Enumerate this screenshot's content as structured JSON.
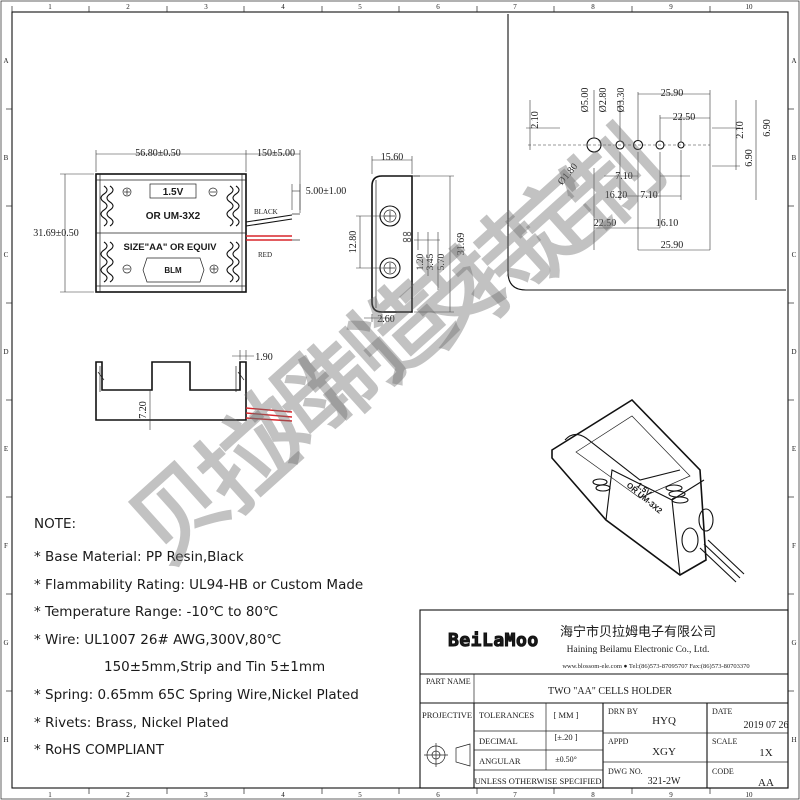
{
  "border": {
    "columns": [
      "1",
      "2",
      "3",
      "4",
      "5",
      "6",
      "7",
      "8",
      "9",
      "10"
    ],
    "rows": [
      "A",
      "B",
      "C",
      "D",
      "E",
      "F",
      "G",
      "H"
    ]
  },
  "top_view": {
    "width_dim": "56.80±0.50",
    "height_dim": "31.69±0.50",
    "wire_length_dim": "150±5.00",
    "strip_dim": "5.00±1.00",
    "label_voltage": "1.5V",
    "label_um": "OR UM-3X2",
    "label_size": "SIZE\"AA\" OR EQUIV",
    "label_brand": "BLM",
    "wire_black": "BLACK",
    "wire_red": "RED"
  },
  "end_view": {
    "width_dim": "15.60",
    "height_dim": "31.69",
    "hole_pitch_dim": "12.80",
    "dim_a": "1.20",
    "dim_b": "3.45",
    "dim_c": "5.70",
    "bottom_dim": "2.60"
  },
  "side_view": {
    "height_dim": "7.20",
    "thickness_dim": "1.90"
  },
  "hole_pattern": {
    "d1": "Ø5.00",
    "d2": "Ø2.80",
    "d3": "Ø3.30",
    "d4": "Ø1.80",
    "top_25_90": "25.90",
    "top_22_50": "22.50",
    "right_2_10": "2.10",
    "right_6_90a": "6.90",
    "right_6_90b": "6.90",
    "left_2_10": "2.10",
    "mid_7_10a": "7.10",
    "mid_16_20": "16.20",
    "mid_7_10b": "7.10",
    "bot_22_50": "22.50",
    "bot_16_10": "16.10",
    "bot_25_90": "25.90"
  },
  "notes": {
    "title": "NOTE:",
    "items": [
      "* Base Material: PP Resin,Black",
      "* Flammability Rating: UL94-HB or Custom Made",
      "* Temperature Range: -10℃ to 80℃",
      "* Wire: UL1007 26# AWG,300V,80℃",
      "150±5mm,Strip and Tin 5±1mm",
      "* Spring: 0.65mm 65C Spring Wire,Nickel Plated",
      "* Rivets: Brass, Nickel Plated",
      "* RoHS COMPLIANT"
    ]
  },
  "watermark": [
    "贝",
    "拉",
    "姆",
    "制",
    "造",
    "支",
    "持",
    "定",
    "制"
  ],
  "title_block": {
    "logo": "BeiLaMoo",
    "company_cn": "海宁市贝拉姆电子有限公司",
    "company_en": "Haining Beilamu Electronic Co., Ltd.",
    "contact": "www.blossom-ele.com   ● Tel:(86)573-87095707   Fax:(86)573-80703370",
    "part_name_label": "PART NAME",
    "part_name": "TWO \"AA\" CELLS HOLDER",
    "projection_label": "PROJECTIVE",
    "tolerances_label": "TOLERANCES",
    "tolerances_unit": "[ MM ]",
    "decimal_label": "DECIMAL",
    "decimal_value": "[±.20 ]",
    "angular_label": "ANGULAR",
    "angular_value": "±0.50°",
    "unless_label": "UNLESS OTHERWISE SPECIFIED",
    "drn_by_label": "DRN BY",
    "drn_by": "HYQ",
    "appd_label": "APPD",
    "appd": "XGY",
    "dwg_no_label": "DWG NO.",
    "dwg_no": "321-2W",
    "date_label": "DATE",
    "date": "2019 07 26",
    "scale_label": "SCALE",
    "scale": "1X",
    "code_label": "CODE",
    "code": "AA"
  }
}
